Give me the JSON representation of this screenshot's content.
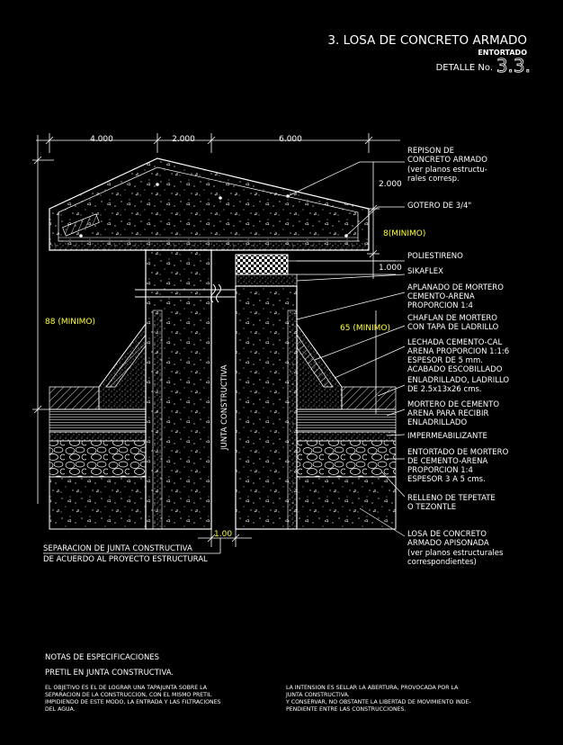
{
  "title": {
    "main": "3. LOSA DE CONCRETO ARMADO",
    "sub": "ENTORTADO",
    "detail_prefix": "DETALLE No.",
    "detail_number": "3.3."
  },
  "dimensions": {
    "top_left": "4.000",
    "top_mid": "2.000",
    "top_right": "6.000",
    "right_2000": "2.000",
    "right_8min": "8(MINIMO)",
    "right_1000": "1.000",
    "left_88": "88 (MINIMO)",
    "right_65": "65 (MINIMO)",
    "bottom_100": "1.00"
  },
  "labels": {
    "repison_1": "REPISON DE",
    "repison_2": "CONCRETO ARMADO",
    "repison_3": "(ver planos estructu-",
    "repison_4": "rales corresp.",
    "gotero": "GOTERO DE 3/4\"",
    "poliestireno": "POLIESTIRENO",
    "sikaflex": "SIKAFLEX",
    "aplanado_1": "APLANADO DE MORTERO",
    "aplanado_2": "CEMENTO-ARENA",
    "aplanado_3": "PROPORCION 1:4",
    "chaflan_1": "CHAFLAN DE MORTERO",
    "chaflan_2": "CON TAPA DE LADRILLO",
    "lechada_1": "LECHADA CEMENTO-CAL",
    "lechada_2": "ARENA PROPORCION 1:1:6",
    "lechada_3": "ESPESOR DE 5 mm.",
    "lechada_4": "ACABADO ESCOBILLADO",
    "enladrillado_1": "ENLADRILLADO, LADRILLO",
    "enladrillado_2": "DE 2.5x13x26 cms.",
    "mortero_1": "MORTERO DE CEMENTO",
    "mortero_2": "ARENA PARA RECIBIR",
    "mortero_3": "ENLADRILLADO",
    "impermeabilizante": "IMPERMEABILIZANTE",
    "entortado_1": "ENTORTADO DE MORTERO",
    "entortado_2": "DE CEMENTO-ARENA",
    "entortado_3": "PROPORCION 1:4",
    "entortado_4": "ESPESOR 3 A 5 cms.",
    "relleno_1": "RELLENO DE TEPETATE",
    "relleno_2": "O TEZONTLE",
    "losa_1": "LOSA DE CONCRETO",
    "losa_2": "ARMADO APISONADA",
    "losa_3": "(ver planos estructurales",
    "losa_4": "correspondientes)",
    "junta": "JUNTA CONSTRUCTIVA",
    "separacion_1": "SEPARACION DE JUNTA CONSTRUCTIVA",
    "separacion_2": "DE ACUERDO AL PROYECTO ESTRUCTURAL"
  },
  "notes": {
    "heading": "NOTAS DE ESPECIFICACIONES",
    "subheading": "PRETIL EN JUNTA CONSTRUCTIVA.",
    "left_1": "EL OBJETIVO ES EL DE LOGRAR UNA TAPAJUNTA SOBRE LA",
    "left_2": "SEPARACION DE LA CONSTRUCCION, CON EL MISMO PRETIL",
    "left_3": "IMPIDIENDO DE ESTE MODO, LA ENTRADA Y LAS FILTRACIONES",
    "left_4": "DEL AGUA.",
    "right_1": "LA INTENSION ES SELLAR LA ABERTURA, PROVOCADA POR LA",
    "right_2": "JUNTA CONSTRUCTIVA.",
    "right_3": "Y CONSERVAR, NO OBSTANTE LA LIBERTAD DE MOVIMIENTO INDE-",
    "right_4": "PENDIENTE ENTRE LAS CONSTRUCCIONES."
  },
  "colors": {
    "background": "#000000",
    "lines": "#ffffff",
    "dimension_text": "#ffff33"
  }
}
